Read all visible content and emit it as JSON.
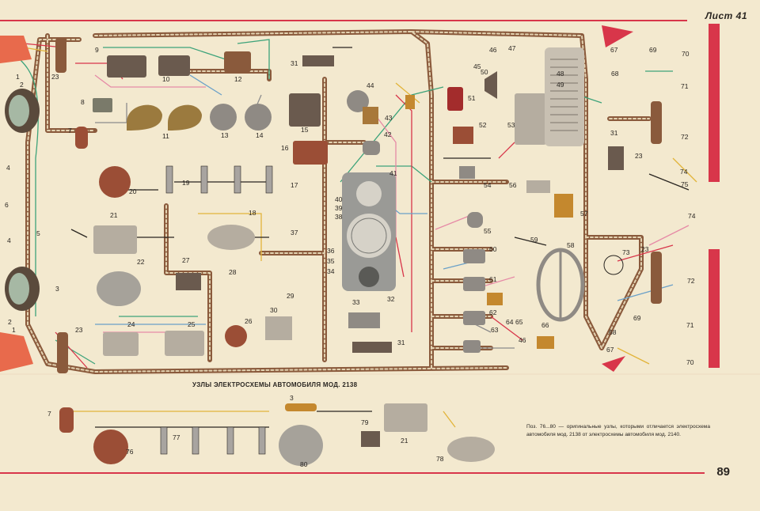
{
  "header": {
    "sheet_label": "Лист 41"
  },
  "section_title": "УЗЛЫ ЭЛЕКТРОСХЕМЫ АВТОМОБИЛЯ МОД. 2138",
  "footnote": "Поз. 76...80 — оригинальные узлы, которыми отличается электросхема автомобиля мод. 2138 от электросхемы автомобиля мод. 2140.",
  "page_number": "89",
  "components": [
    {
      "id": "c1a",
      "label": "1"
    },
    {
      "id": "c2a",
      "label": "2"
    },
    {
      "id": "c23a",
      "label": "23"
    },
    {
      "id": "c9",
      "label": "9"
    },
    {
      "id": "c10",
      "label": "10"
    },
    {
      "id": "c12",
      "label": "12"
    },
    {
      "id": "c8",
      "label": "8"
    },
    {
      "id": "c11",
      "label": "11"
    },
    {
      "id": "c13",
      "label": "13"
    },
    {
      "id": "c14",
      "label": "14"
    },
    {
      "id": "c15",
      "label": "15"
    },
    {
      "id": "c31a",
      "label": "31"
    },
    {
      "id": "c44",
      "label": "44"
    },
    {
      "id": "c45",
      "label": "45"
    },
    {
      "id": "c46a",
      "label": "46"
    },
    {
      "id": "c47",
      "label": "47"
    },
    {
      "id": "c48",
      "label": "48"
    },
    {
      "id": "c49",
      "label": "49"
    },
    {
      "id": "c50",
      "label": "50"
    },
    {
      "id": "c51",
      "label": "51"
    },
    {
      "id": "c52",
      "label": "52"
    },
    {
      "id": "c53",
      "label": "53"
    },
    {
      "id": "c43",
      "label": "43"
    },
    {
      "id": "c42",
      "label": "42"
    },
    {
      "id": "c16",
      "label": "16"
    },
    {
      "id": "c7a",
      "label": "7"
    },
    {
      "id": "c4a",
      "label": "4"
    },
    {
      "id": "c6",
      "label": "6"
    },
    {
      "id": "c20",
      "label": "20"
    },
    {
      "id": "c19",
      "label": "19"
    },
    {
      "id": "c17",
      "label": "17"
    },
    {
      "id": "c41",
      "label": "41"
    },
    {
      "id": "c40",
      "label": "40"
    },
    {
      "id": "c39",
      "label": "39"
    },
    {
      "id": "c38",
      "label": "38"
    },
    {
      "id": "c54",
      "label": "54"
    },
    {
      "id": "c56",
      "label": "56"
    },
    {
      "id": "c57",
      "label": "57"
    },
    {
      "id": "c55",
      "label": "55"
    },
    {
      "id": "c21a",
      "label": "21"
    },
    {
      "id": "c18",
      "label": "18"
    },
    {
      "id": "c5",
      "label": "5"
    },
    {
      "id": "c4b",
      "label": "4"
    },
    {
      "id": "c37",
      "label": "37"
    },
    {
      "id": "c36",
      "label": "36"
    },
    {
      "id": "c35",
      "label": "35"
    },
    {
      "id": "c34",
      "label": "34"
    },
    {
      "id": "c32",
      "label": "32"
    },
    {
      "id": "c59",
      "label": "59"
    },
    {
      "id": "c60",
      "label": "60"
    },
    {
      "id": "c58",
      "label": "58"
    },
    {
      "id": "c61",
      "label": "61"
    },
    {
      "id": "c62",
      "label": "62"
    },
    {
      "id": "c63",
      "label": "63"
    },
    {
      "id": "c64",
      "label": "64"
    },
    {
      "id": "c65",
      "label": "65"
    },
    {
      "id": "c66",
      "label": "66"
    },
    {
      "id": "c46b",
      "label": "46"
    },
    {
      "id": "c22",
      "label": "22"
    },
    {
      "id": "c27",
      "label": "27"
    },
    {
      "id": "c28",
      "label": "28"
    },
    {
      "id": "c29",
      "label": "29"
    },
    {
      "id": "c30",
      "label": "30"
    },
    {
      "id": "c33",
      "label": "33"
    },
    {
      "id": "c31b",
      "label": "31"
    },
    {
      "id": "c26",
      "label": "26"
    },
    {
      "id": "c24",
      "label": "24"
    },
    {
      "id": "c25",
      "label": "25"
    },
    {
      "id": "c3a",
      "label": "3"
    },
    {
      "id": "c2b",
      "label": "2"
    },
    {
      "id": "c1b",
      "label": "1"
    },
    {
      "id": "c23b",
      "label": "23"
    },
    {
      "id": "c67a",
      "label": "67"
    },
    {
      "id": "c68a",
      "label": "68"
    },
    {
      "id": "c69a",
      "label": "69"
    },
    {
      "id": "c70a",
      "label": "70"
    },
    {
      "id": "c71a",
      "label": "71"
    },
    {
      "id": "c72a",
      "label": "72"
    },
    {
      "id": "c23c",
      "label": "23"
    },
    {
      "id": "c31c",
      "label": "31"
    },
    {
      "id": "c74a",
      "label": "74"
    },
    {
      "id": "c75",
      "label": "75"
    },
    {
      "id": "c74b",
      "label": "74"
    },
    {
      "id": "c73",
      "label": "73"
    },
    {
      "id": "c23d",
      "label": "23"
    },
    {
      "id": "c72b",
      "label": "72"
    },
    {
      "id": "c71b",
      "label": "71"
    },
    {
      "id": "c69b",
      "label": "69"
    },
    {
      "id": "c68b",
      "label": "68"
    },
    {
      "id": "c67b",
      "label": "67"
    },
    {
      "id": "c70b",
      "label": "70"
    },
    {
      "id": "c7b",
      "label": "7"
    },
    {
      "id": "c76",
      "label": "76"
    },
    {
      "id": "c77",
      "label": "77"
    },
    {
      "id": "c3b",
      "label": "3"
    },
    {
      "id": "c80",
      "label": "80"
    },
    {
      "id": "c79",
      "label": "79"
    },
    {
      "id": "c21b",
      "label": "21"
    },
    {
      "id": "c78",
      "label": "78"
    }
  ],
  "colors": {
    "paper": "#f3e9cf",
    "harness": "#8a5a3c",
    "harness_core": "#d8c4a0",
    "red_rule": "#d8364a",
    "wire_green": "#3da37a",
    "wire_red": "#d8364a",
    "wire_pink": "#e68aa6",
    "wire_blue": "#6aa0c8",
    "wire_yellow": "#e2b43a",
    "wire_black": "#2a2622",
    "wire_gray": "#8c8c8c"
  }
}
